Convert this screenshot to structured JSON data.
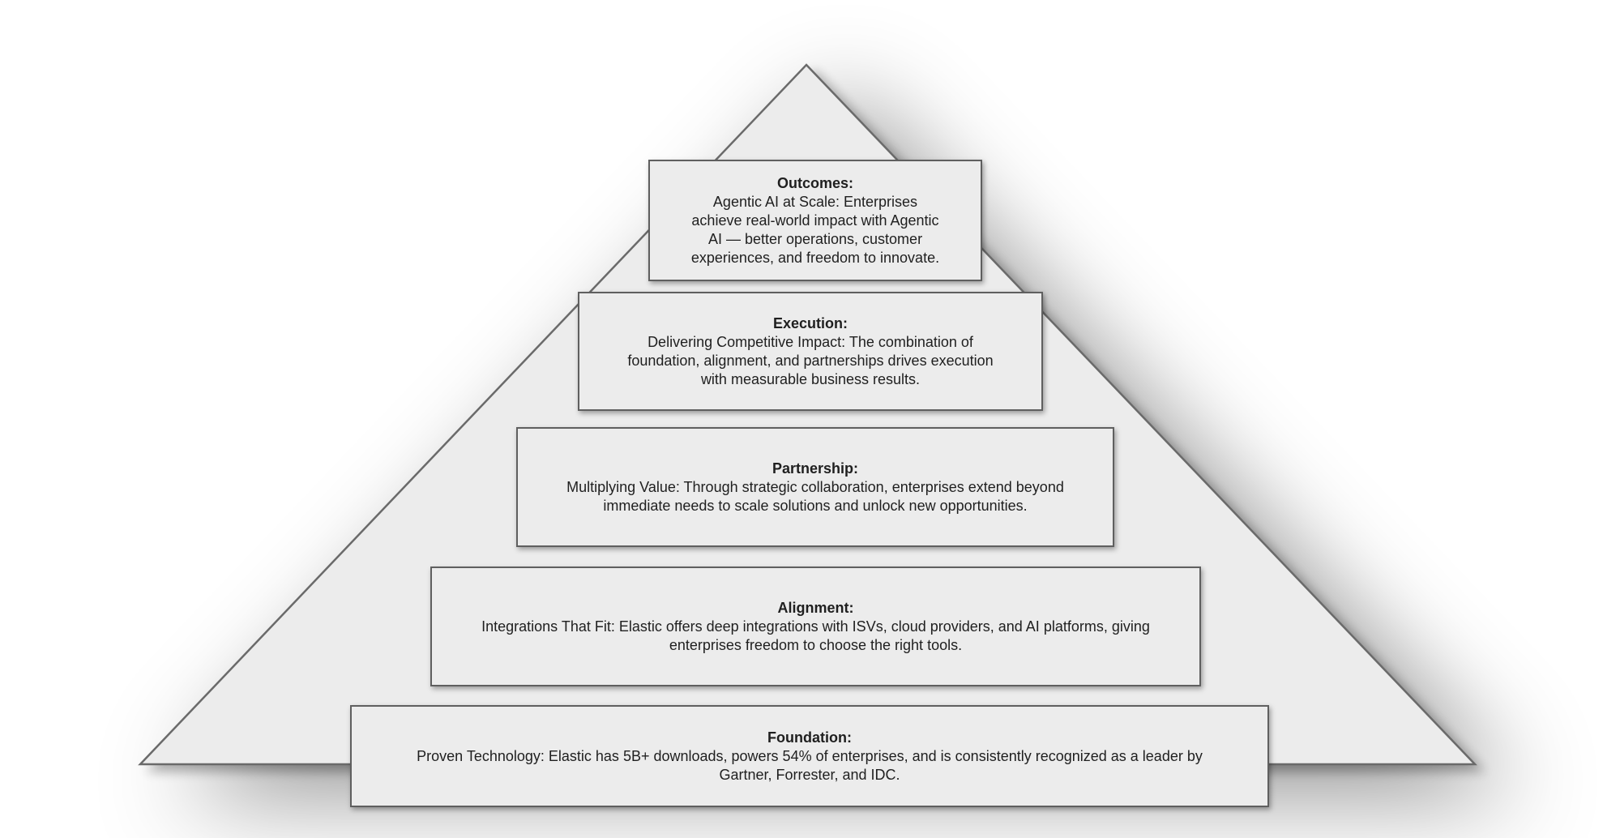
{
  "diagram": {
    "type": "pyramid",
    "colors": {
      "background": "#ffffff",
      "shape_fill": "#ececec",
      "shape_border": "#6a6a6a",
      "box_fill": "#ececec",
      "box_border": "#5f5f5f",
      "text": "#1f1f1f"
    },
    "levels": [
      {
        "title": "Outcomes:",
        "description": "Agentic AI at Scale: Enterprises achieve real-world impact with Agentic AI — better operations, customer experiences, and freedom to innovate."
      },
      {
        "title": "Execution:",
        "description": "Delivering Competitive Impact: The combination of foundation, alignment, and partnerships drives execution with measurable business results."
      },
      {
        "title": "Partnership:",
        "description": "Multiplying Value: Through strategic collaboration, enterprises extend beyond immediate needs to scale solutions and unlock new opportunities."
      },
      {
        "title": "Alignment:",
        "description": "Integrations That Fit: Elastic offers deep integrations with ISVs, cloud providers, and AI platforms, giving enterprises freedom to choose the right tools."
      },
      {
        "title": "Foundation:",
        "description": "Proven Technology: Elastic has 5B+ downloads, powers 54% of enterprises, and is consistently recognized as a leader by Gartner, Forrester, and IDC."
      }
    ]
  }
}
